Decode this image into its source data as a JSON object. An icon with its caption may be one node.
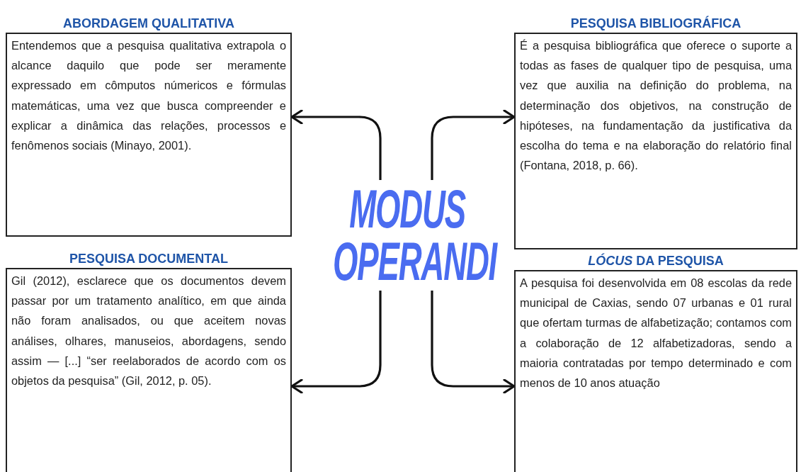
{
  "diagram": {
    "nodes": [
      {
        "text": [
          "ABORDAGEM QUALITATIVA",
          "Entendemos que a pesquisa qualitativa extrapola o alcance daquilo que pode ser meramente expressado em cômputos númericos e fórmulas matemáticas, uma vez que busca compreender e explicar a dinâmica das relações, processos e fenômenos sociais (Minayo, 2001)."
        ]
      },
      {
        "text": [
          "PESQUISA BIBLIOGRÁFICA",
          "É a pesquisa bibliográfica que oferece o suporte a todas as fases de qualquer tipo de pesquisa, uma vez que auxilia na definição do problema, na determinação dos objetivos, na construção de hipóteses, na fundamentação da justificativa da escolha do tema e na elaboração do relatório final (Fontana, 2018, p. 66)."
        ]
      },
      {
        "text": [
          "MODUS OPERANDI"
        ]
      },
      {
        "text": [
          "PESQUISA DOCUMENTAL",
          "Gil (2012), esclarece que os documentos devem passar por um tratamento analítico, em que ainda não foram analisados, ou que aceitem novas análises, olhares, manuseios, abordagens, sendo assim — [...] “ser reelaborados de acordo com os objetos da pesquisa” (Gil, 2012, p. 05)."
        ]
      },
      {
        "text": [
          "*LÓCUS* DA PESQUISA",
          "A pesquisa foi desenvolvida em 08 escolas da rede municipal de Caxias, sendo 07 urbanas e 01 rural que ofertam turmas de alfabetização; contamos com a colaboração de 12 alfabetizadoras, sendo a maioria contratadas por tempo determinado e com menos de 10 anos atuação"
        ]
      }
    ],
    "edges": [
      {
        "from": 2,
        "to": 0,
        "arrow": "to"
      },
      {
        "from": 2,
        "to": 1,
        "arrow": "to"
      },
      {
        "from": 2,
        "to": 3,
        "arrow": "to"
      },
      {
        "from": 2,
        "to": 4,
        "arrow": "to"
      }
    ]
  }
}
